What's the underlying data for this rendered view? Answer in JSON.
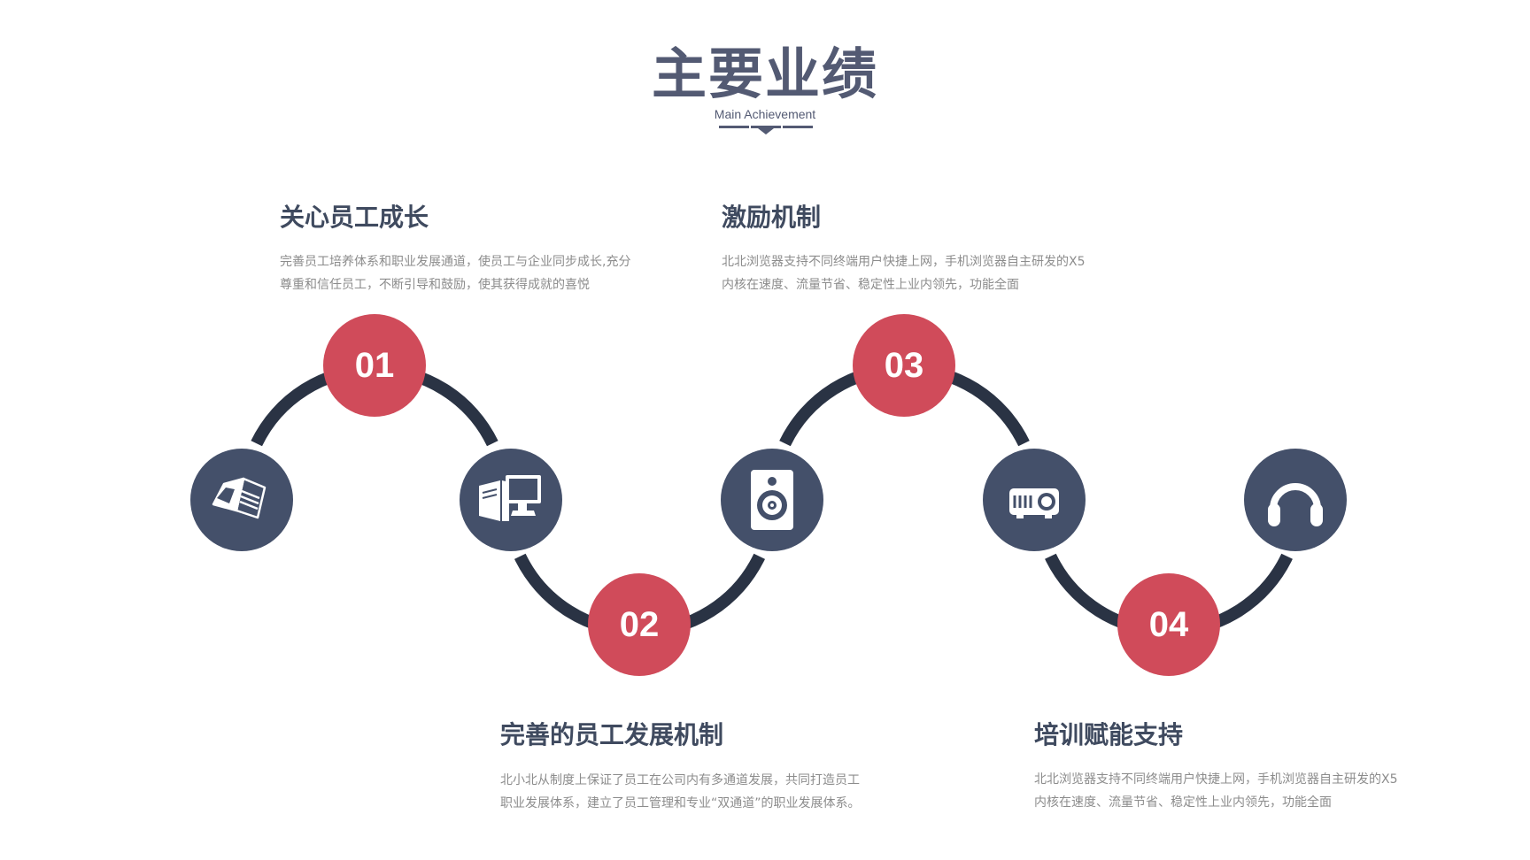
{
  "page": {
    "title": "主要业绩",
    "subtitle": "Main Achievement"
  },
  "items": [
    {
      "number": "01",
      "heading": "关心员工成长",
      "desc_lines": [
        "完善员工培养体系和职业发展通道，使员工与企业同步成长,充分",
        "尊重和信任员工，不断引导和鼓励，使其获得成就的喜悦"
      ]
    },
    {
      "number": "02",
      "heading": "完善的员工发展机制",
      "desc_lines": [
        "北小北从制度上保证了员工在公司内有多通道发展，共同打造员工",
        "职业发展体系，建立了员工管理和专业“双通道”的职业发展体系。"
      ]
    },
    {
      "number": "03",
      "heading": "激励机制",
      "desc_lines": [
        "北北浏览器支持不同终端用户快捷上网，手机浏览器自主研发的X5",
        "内核在速度、流量节省、稳定性上业内领先，功能全面"
      ]
    },
    {
      "number": "04",
      "heading": "培训赋能支持",
      "desc_lines": [
        "北北浏览器支持不同终端用户快捷上网，手机浏览器自主研发的X5",
        "内核在速度、流量节省、稳定性上业内领先，功能全面"
      ]
    }
  ],
  "icons": [
    "laptop-icon",
    "computer-icon",
    "speaker-icon",
    "projector-icon",
    "headphones-icon"
  ],
  "colors": {
    "accent_red": "#d04b5a",
    "node_navy": "#44506a",
    "wave_dark": "#2a3344",
    "title": "#535a73",
    "heading": "#3f4a5f",
    "text_gray": "#8c8c8c"
  }
}
